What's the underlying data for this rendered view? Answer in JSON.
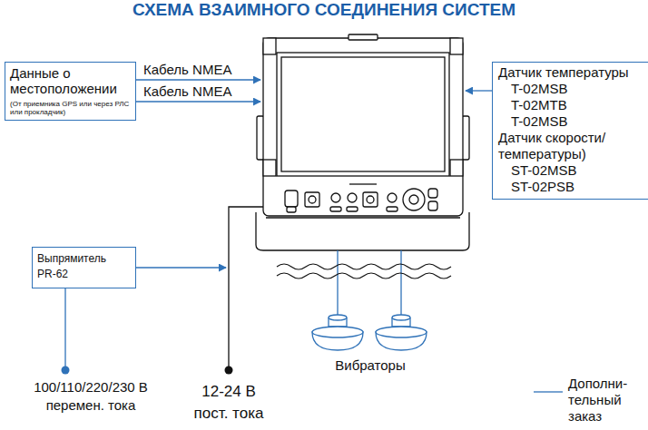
{
  "diagram": {
    "title": "СХЕМА ВЗАИМНОГО СОЕДИНЕНИЯ СИСТЕМ",
    "nodes": [
      {
        "text": [
          "Данные о местоположении",
          "(От приемника GPS или через РЛС или прокладчик)"
        ]
      },
      {
        "text": [
          "Датчик температуры",
          "T-02MSB",
          "T-02MTB",
          "T-02MSB",
          "Датчик скорости/ температуры)",
          "ST-02MSB",
          "ST-02PSB"
        ]
      },
      {
        "text": [
          "Выпрямитель",
          "PR-62"
        ]
      }
    ],
    "labels": [
      "Кабель NMEA",
      "Кабель NMEA",
      "100/110/220/230 В перемен. тока",
      "12-24 В пост. тока",
      "Вибраторы"
    ],
    "legend": [
      {
        "text": "Дополни- тельный заказ"
      }
    ]
  }
}
